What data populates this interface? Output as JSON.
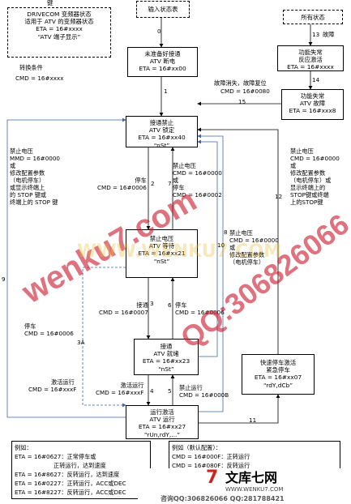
{
  "key_label": "键",
  "left_box": [
    "DRIVECOM 变频器状态",
    "适用于 ATV 的变频器状态",
    "ETA = 16#xxxx",
    "“ATV 端子显示”"
  ],
  "transition_condition": [
    "转换条件",
    "CMD = 16#xxxx"
  ],
  "input_state": "输入状态表",
  "all_states": "所有状态",
  "fault_label": "故障",
  "s1": [
    "未准备好接通",
    "ATV 断电",
    "ETA = 16#xx00"
  ],
  "s_fault_react": [
    "功能失常",
    "反应激活",
    "ETA = 16#xxxx"
  ],
  "s_fault": [
    "功能失常",
    "ATV 故障",
    "ETA = 16#xxx8"
  ],
  "s2": [
    "接通禁止",
    "ATV 锁定",
    "ETA = 16#xx40",
    "“nSt”"
  ],
  "s3": [
    "禁止电压",
    "ATV 等待",
    "ETA = 16#xx21",
    "“nSt”"
  ],
  "s4": [
    "接通",
    "ATV 就绪",
    "ETA = 16#xx23",
    "“nSt”"
  ],
  "s5": [
    "运行激活",
    "ATV 运行",
    "ETA = 16#xx27",
    "“rUn,rdY,...”"
  ],
  "s6": [
    "快速停车激活",
    "紧急停车",
    "ETA = 16#xx07",
    "“rdY,dCb”"
  ],
  "fault_clear": "故障消失，故障复位",
  "cmd_0080": "CMD = 16#0080",
  "t9_text": [
    "禁止电压",
    "MMD = 16#0000",
    "或",
    "修改配置参数",
    "（电机停车）",
    "或显示终端上",
    "的 STOP 键或",
    "终端上的 STOP 键"
  ],
  "t7_text": [
    "停车",
    "CMD = 16#0006"
  ],
  "t_mid_text": [
    "禁止电压",
    "CMD = 16#0000",
    "或",
    "停车",
    "CMD = 16#0002"
  ],
  "t12_text": [
    "禁止电压",
    "CMD = 16#0000",
    "或",
    "修改配置参数",
    "（电机停车）或",
    "显示终端上的",
    "STOP键或终端",
    "上的STOP键"
  ],
  "t10_text": [
    "禁止电压",
    "CMD = 16#0000",
    "或",
    "修改配置参数",
    "（电机停车）"
  ],
  "t3_text": [
    "接通",
    "CMD = 16#0007"
  ],
  "t6_text": [
    "停车",
    "CMD = 16#0006"
  ],
  "t3a_text": [
    "停车",
    "CMD = 16#0006"
  ],
  "t_run_left": [
    "激活运行",
    "CMD = 16#xxxF"
  ],
  "t4_text": [
    "激活运行",
    "CMD = 16#xxxF"
  ],
  "t5_text": [
    "禁止运行",
    "CMD = 16#000B"
  ],
  "nums": [
    "0",
    "1",
    "2",
    "3",
    "3A",
    "4",
    "5",
    "6",
    "7",
    "8",
    "9",
    "10",
    "11",
    "12",
    "13",
    "14",
    "15"
  ],
  "note_left": [
    "例如：",
    "ETA = 16#0627：正常停车或",
    "正转运行，达到速度",
    "ETA = 16#8627：反转运行，达到速度",
    "ETA = 16#0227：正转运行，ACC或DEC",
    "ETA = 16#8227：反转运行，ACC或DEC"
  ],
  "note_right": [
    "例如（默认配置）：",
    "CMD = 16#000F：正转运行",
    "CMD = 16#080F：反转运行"
  ],
  "watermark_1": "wenku7.com",
  "watermark_2": "QQ:306826066",
  "watermark_3": "WWW.WENKU7.COM",
  "footer_logo": "文库七网",
  "footer_url": "WWW.WENKU7.COM",
  "footer_contact": "咨询QQ:306826066 QQ:281788421"
}
